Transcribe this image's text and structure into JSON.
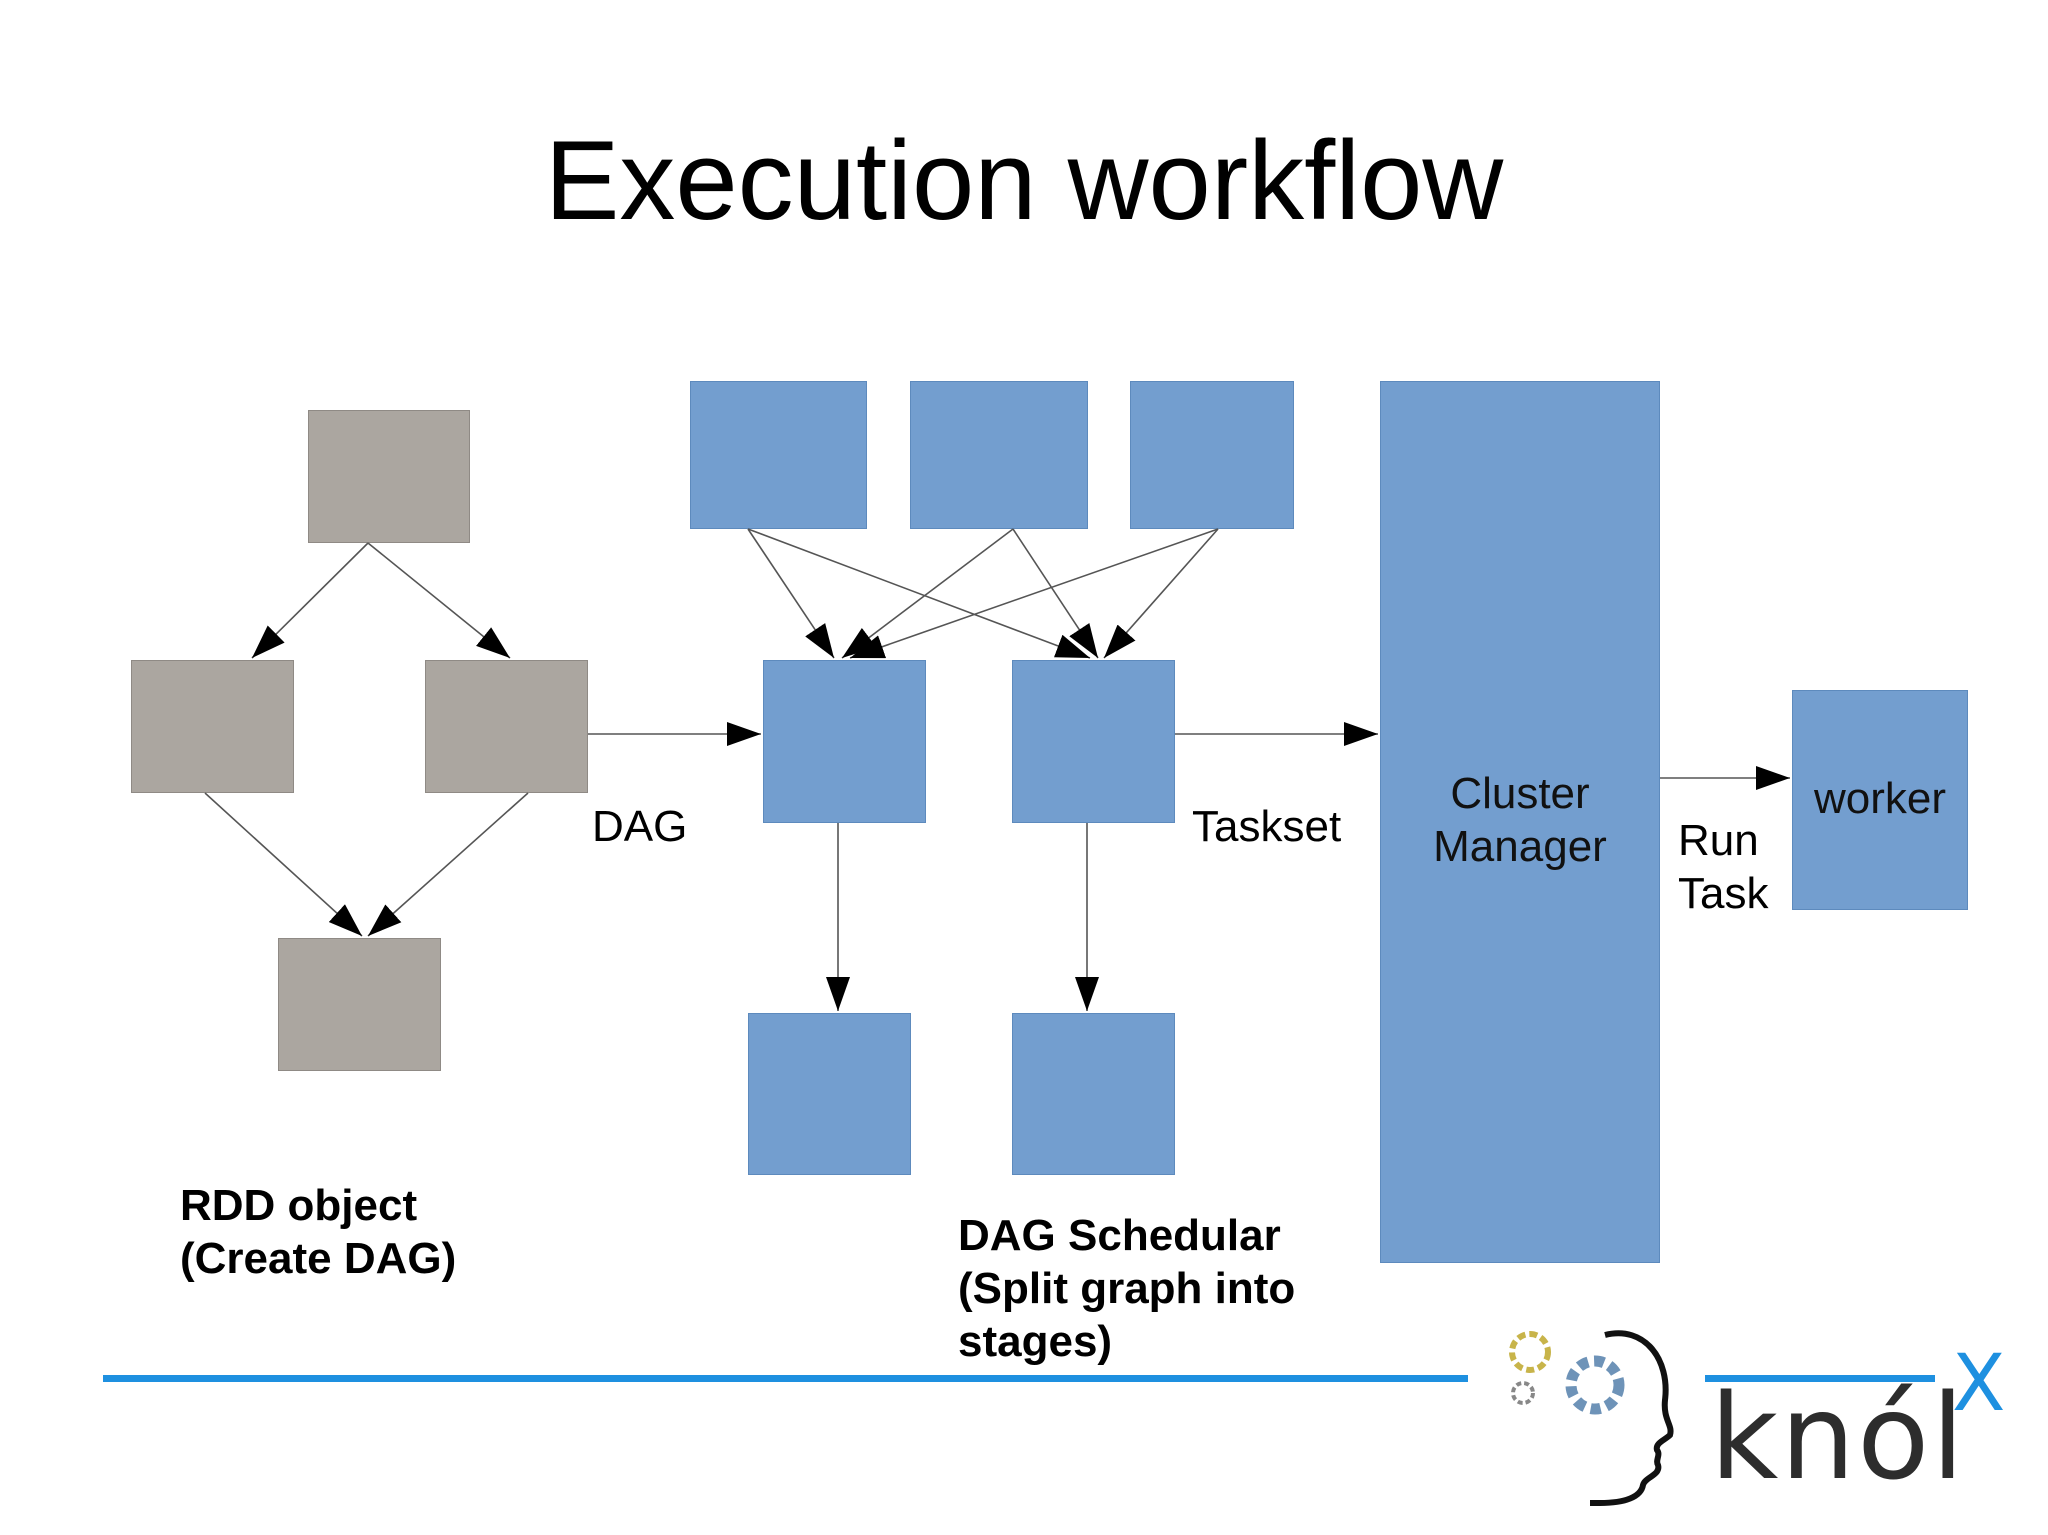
{
  "title": "Execution workflow",
  "labels": {
    "dag": "DAG",
    "taskset": "Taskset",
    "cluster_manager": "Cluster\nManager",
    "run_task": "Run\nTask",
    "worker": "worker"
  },
  "captions": {
    "rdd_object": [
      "RDD object",
      "(Create DAG)"
    ],
    "dag_scheduler": [
      "DAG Schedular",
      "(Split graph into",
      "stages)"
    ]
  },
  "logo": {
    "wordmark": "knól",
    "superscript": "X"
  },
  "colors": {
    "rdd_box": "#aba6a0",
    "stage_box": "#739ecf",
    "rule": "#1e90e0",
    "arrow": "#000000"
  }
}
